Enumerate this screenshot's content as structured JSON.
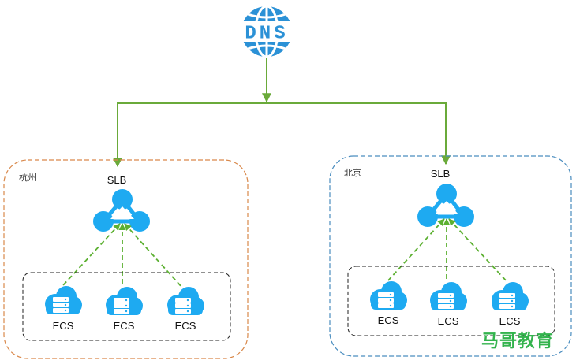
{
  "dns": {
    "text": "DNS",
    "icon": "dns-globe-icon"
  },
  "regions": [
    {
      "name": "杭州",
      "slb_label": "SLB",
      "ecs_labels": [
        "ECS",
        "ECS",
        "ECS"
      ]
    },
    {
      "name": "北京",
      "slb_label": "SLB",
      "ecs_labels": [
        "ECS",
        "ECS",
        "ECS"
      ]
    }
  ],
  "watermark": "马哥教育",
  "colors": {
    "icon_blue": "#1eaaf1",
    "dns_blue": "#2b91d6",
    "link_green": "#6aaa3a",
    "dash_green": "#5cb031",
    "hangzhou_border": "#d9884a",
    "beijing_border": "#4a8dbf",
    "watermark_green": "#33b34d"
  }
}
